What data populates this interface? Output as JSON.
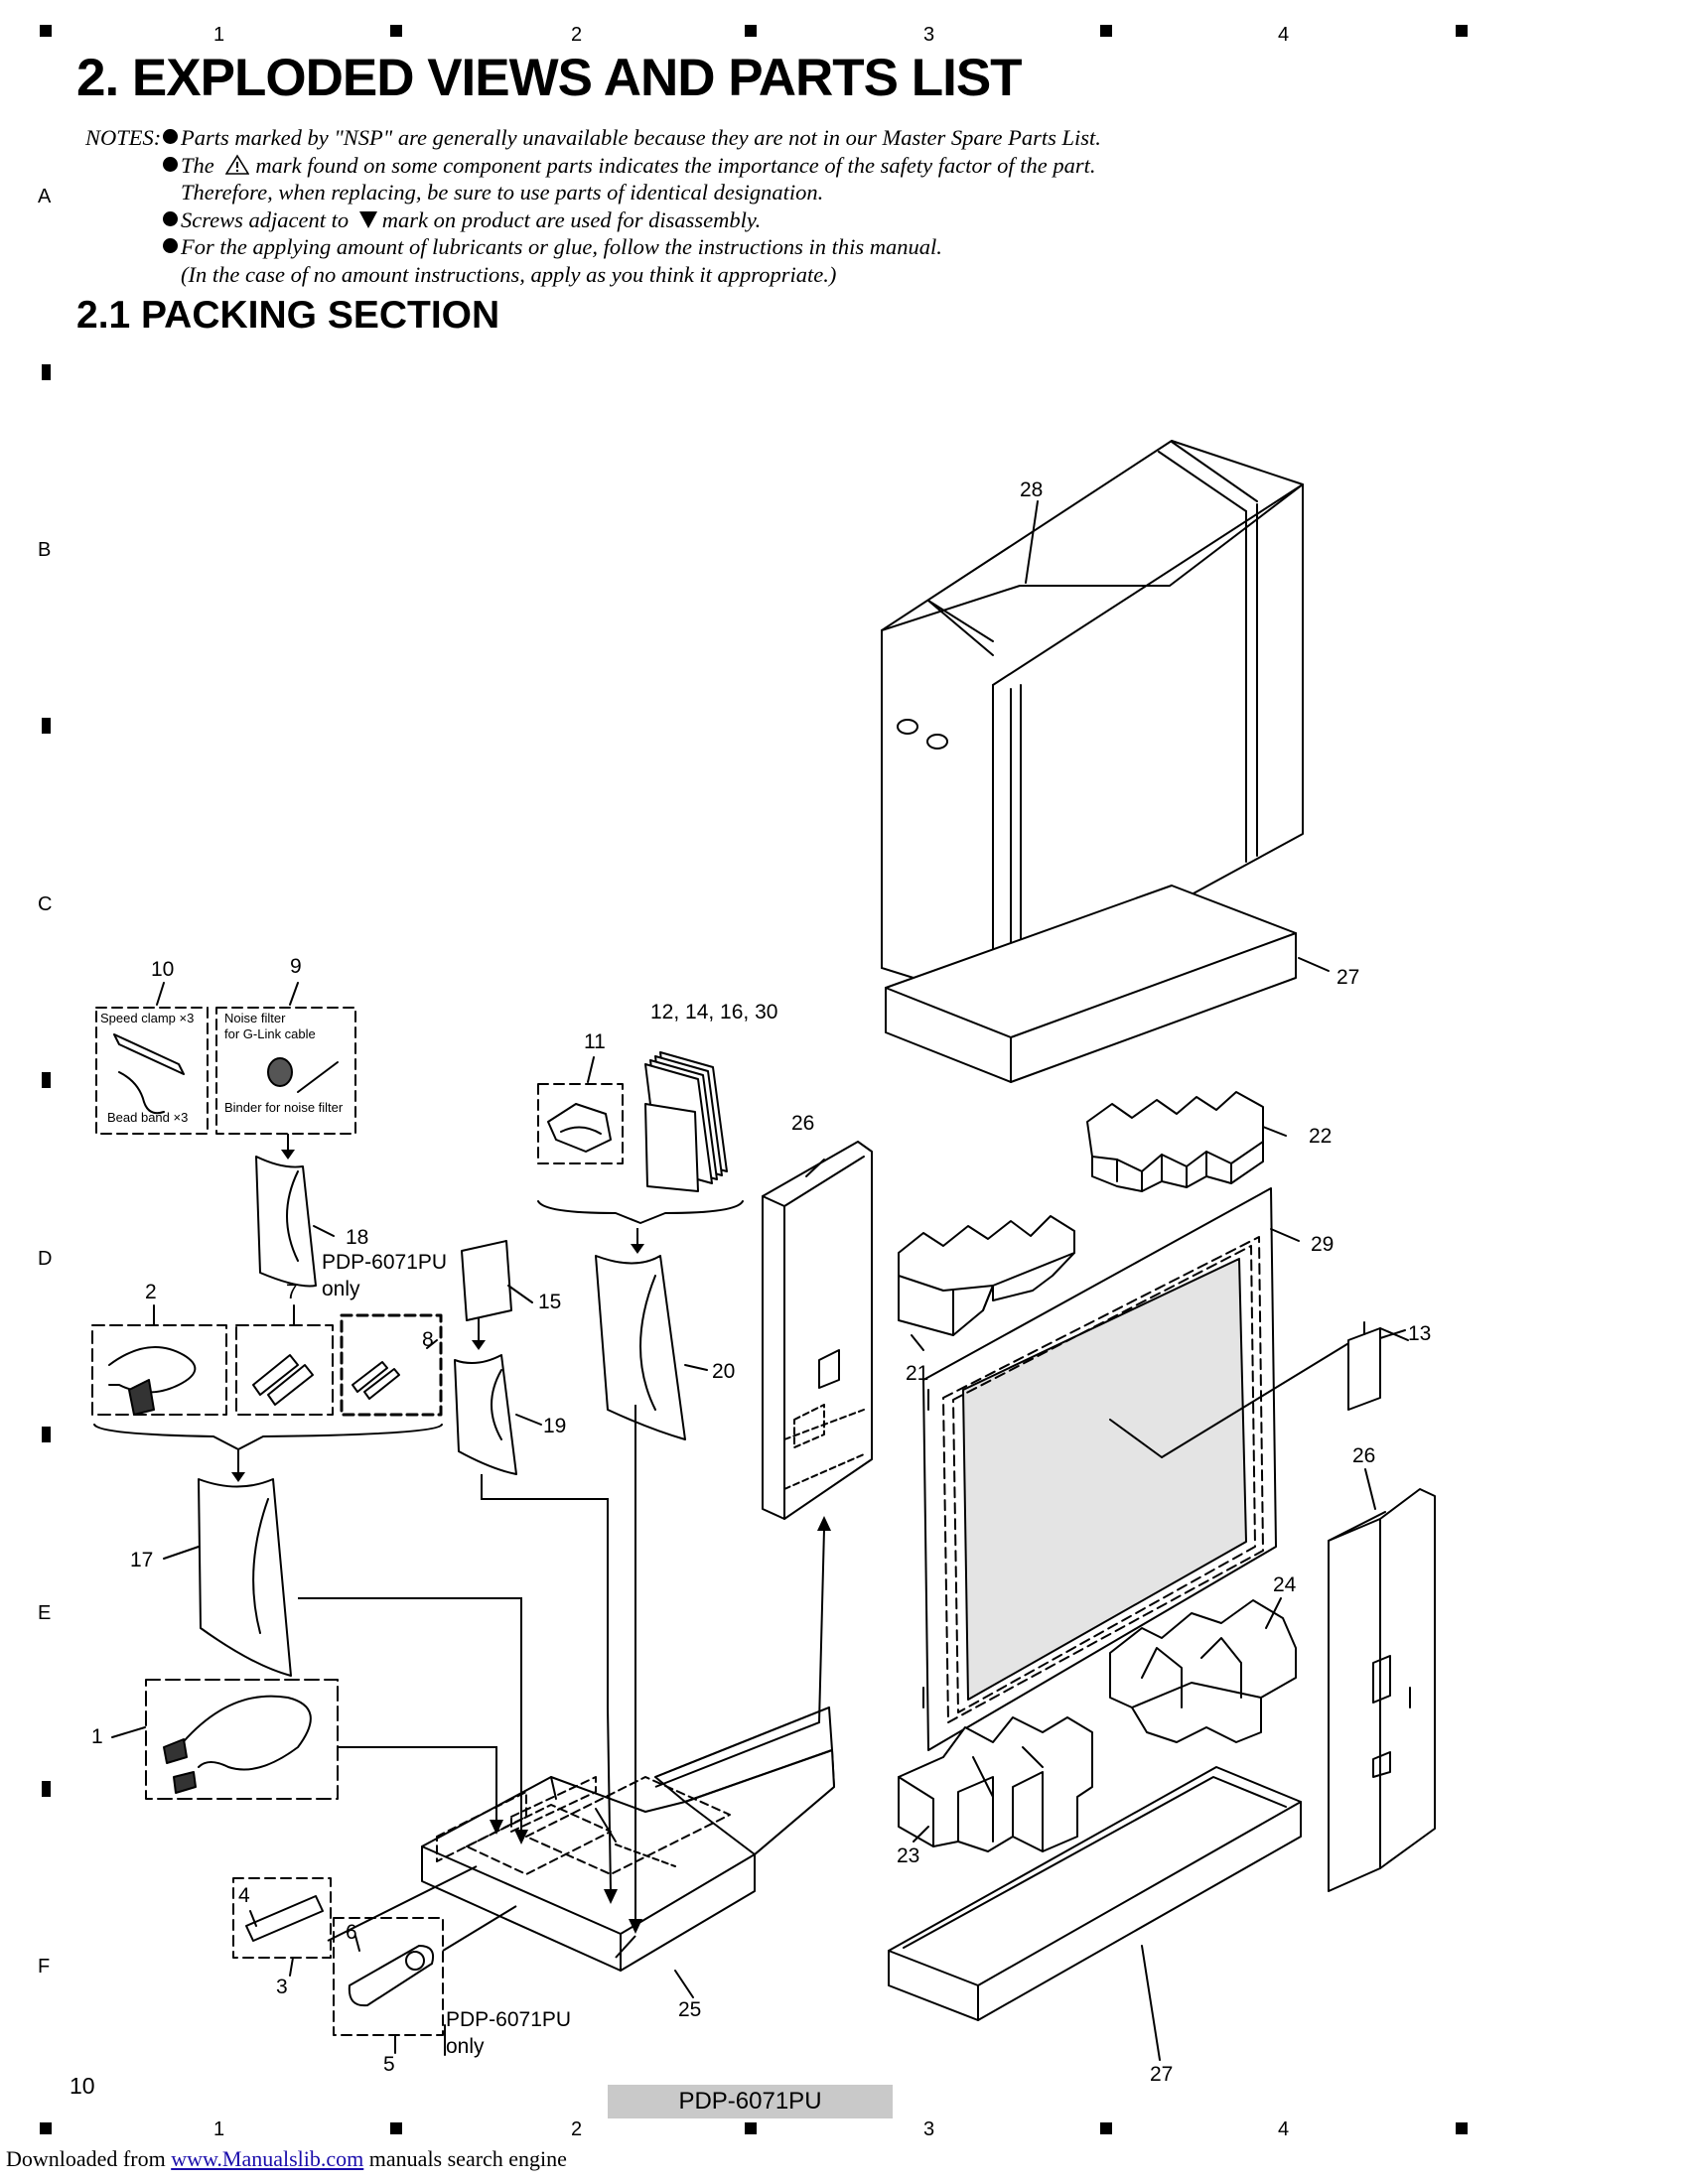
{
  "grid": {
    "columns": [
      "1",
      "2",
      "3",
      "4"
    ],
    "rows": [
      "A",
      "B",
      "C",
      "D",
      "E",
      "F"
    ]
  },
  "title": "2. EXPLODED VIEWS AND PARTS LIST",
  "notes": {
    "label": "NOTES:",
    "items": [
      "Parts marked by \"NSP\" are generally unavailable because they are not in our Master Spare Parts List.",
      "mark found on some component parts indicates the importance of the safety factor of the part.",
      "Therefore, when replacing, be sure to use parts of identical designation.",
      "mark on product are used for disassembly.",
      "For the applying amount of lubricants or glue, follow the instructions in this manual.",
      "(In the case of no amount instructions, apply as you think it appropriate.)"
    ],
    "item2_prefix": "The",
    "item4_prefix": "Screws adjacent to"
  },
  "section_title": "2.1  PACKING SECTION",
  "callouts": {
    "c28": "28",
    "c27a": "27",
    "c27b": "27",
    "c22": "22",
    "c29": "29",
    "c13": "13",
    "c26a": "26",
    "c26b": "26",
    "c21": "21",
    "c24": "24",
    "c23": "23",
    "c25": "25",
    "c10": "10",
    "c9": "9",
    "c11": "11",
    "c12": "12, 14, 16, 30",
    "c18": "18",
    "c2": "2",
    "c7": "7",
    "c8": "8",
    "c15": "15",
    "c19": "19",
    "c20": "20",
    "c17": "17",
    "c1": "1",
    "c4": "4",
    "c3": "3",
    "c6": "6",
    "c5": "5"
  },
  "labels": {
    "speed_clamp": "Speed clamp ×3",
    "bead_band": "Bead band ×3",
    "noise_filter_1": "Noise filter",
    "noise_filter_2": "for G-Link cable",
    "binder": "Binder for noise filter",
    "pdp_only_a1": "PDP-6071PU",
    "pdp_only_a2": "only",
    "pdp_only_b1": "PDP-6071PU",
    "pdp_only_b2": "only"
  },
  "page_number": "10",
  "model": "PDP-6071PU",
  "footer": {
    "prefix": "Downloaded from ",
    "link": "www.Manualslib.com",
    "suffix": "  manuals search engine"
  }
}
